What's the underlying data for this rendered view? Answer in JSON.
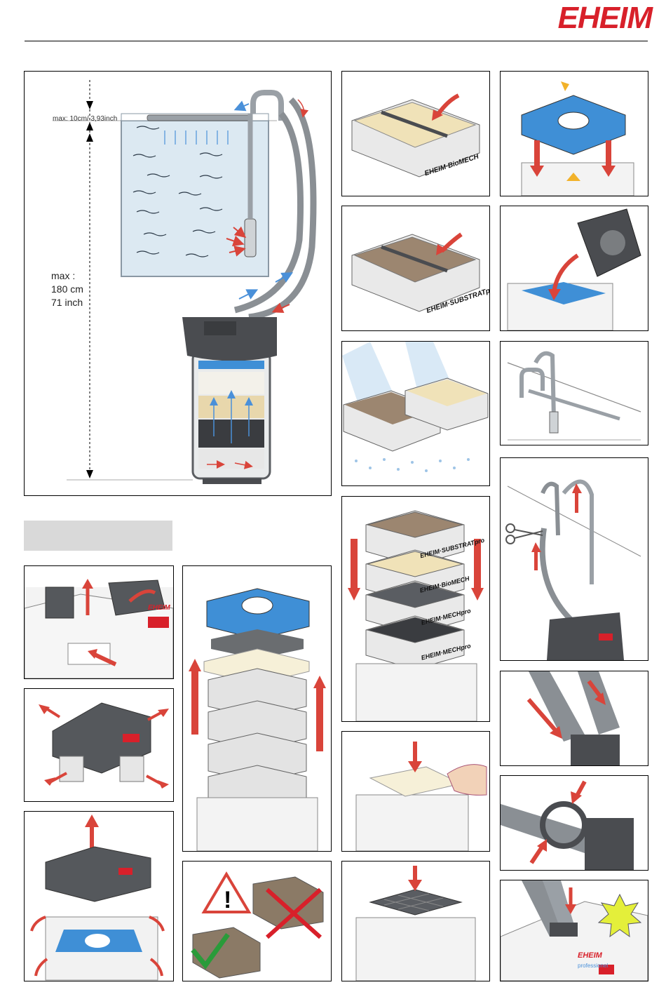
{
  "logo": {
    "text": "EHEIM"
  },
  "setup": {
    "level_label": "max: 10cm/ 3,93inch",
    "height_line1": "max :",
    "height_line2": "180 cm",
    "height_line3": "71 inch"
  },
  "media_labels": {
    "biomech": "EHEIM·BioMECH",
    "substrat": "EHEIM·SUBSTRATpro",
    "mech": "EHEIM·MECHpro",
    "brand_short": "EHEIM",
    "brand_sub": "professionel"
  },
  "colors": {
    "brand_red": "#d8202a",
    "arrow_red": "#d9443a",
    "flow_blue": "#4a90d9",
    "lid_blue": "#3f8fd6",
    "housing_gray": "#4a4c50"
  }
}
